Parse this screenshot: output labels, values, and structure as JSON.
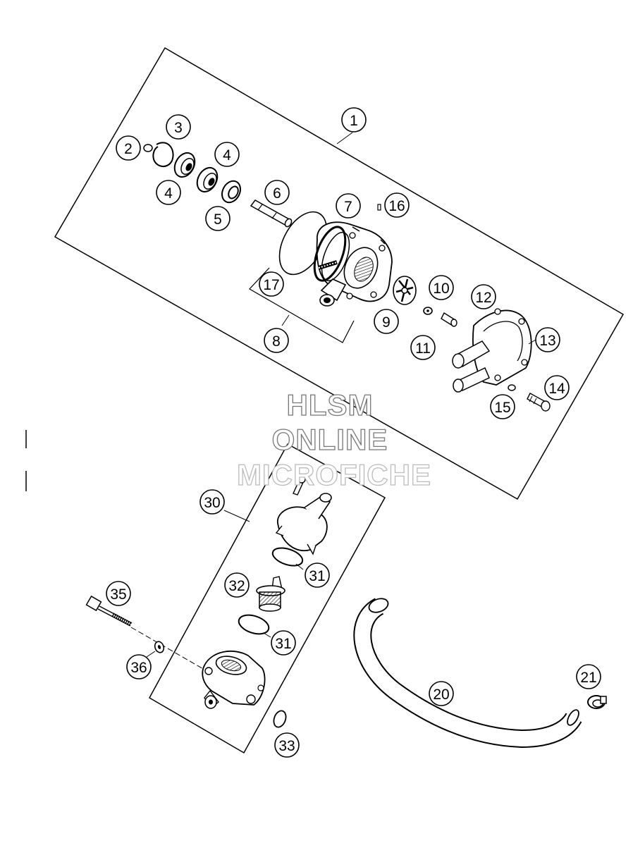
{
  "watermark": {
    "line1": "HLSM",
    "line2": "ONLINE",
    "line3": "MICROFICHE"
  },
  "callouts": {
    "c1": "1",
    "c2": "2",
    "c3": "3",
    "c4a": "4",
    "c4b": "4",
    "c5": "5",
    "c6": "6",
    "c7": "7",
    "c8": "8",
    "c9": "9",
    "c10": "10",
    "c11": "11",
    "c12": "12",
    "c13": "13",
    "c14": "14",
    "c15": "15",
    "c16": "16",
    "c17": "17",
    "c20": "20",
    "c21": "21",
    "c30": "30",
    "c31a": "31",
    "c31b": "31",
    "c32": "32",
    "c33": "33",
    "c35": "35",
    "c36": "36"
  },
  "colors": {
    "line": "#000000",
    "fill": "#ffffff",
    "watermark_stroke": "#777777"
  }
}
